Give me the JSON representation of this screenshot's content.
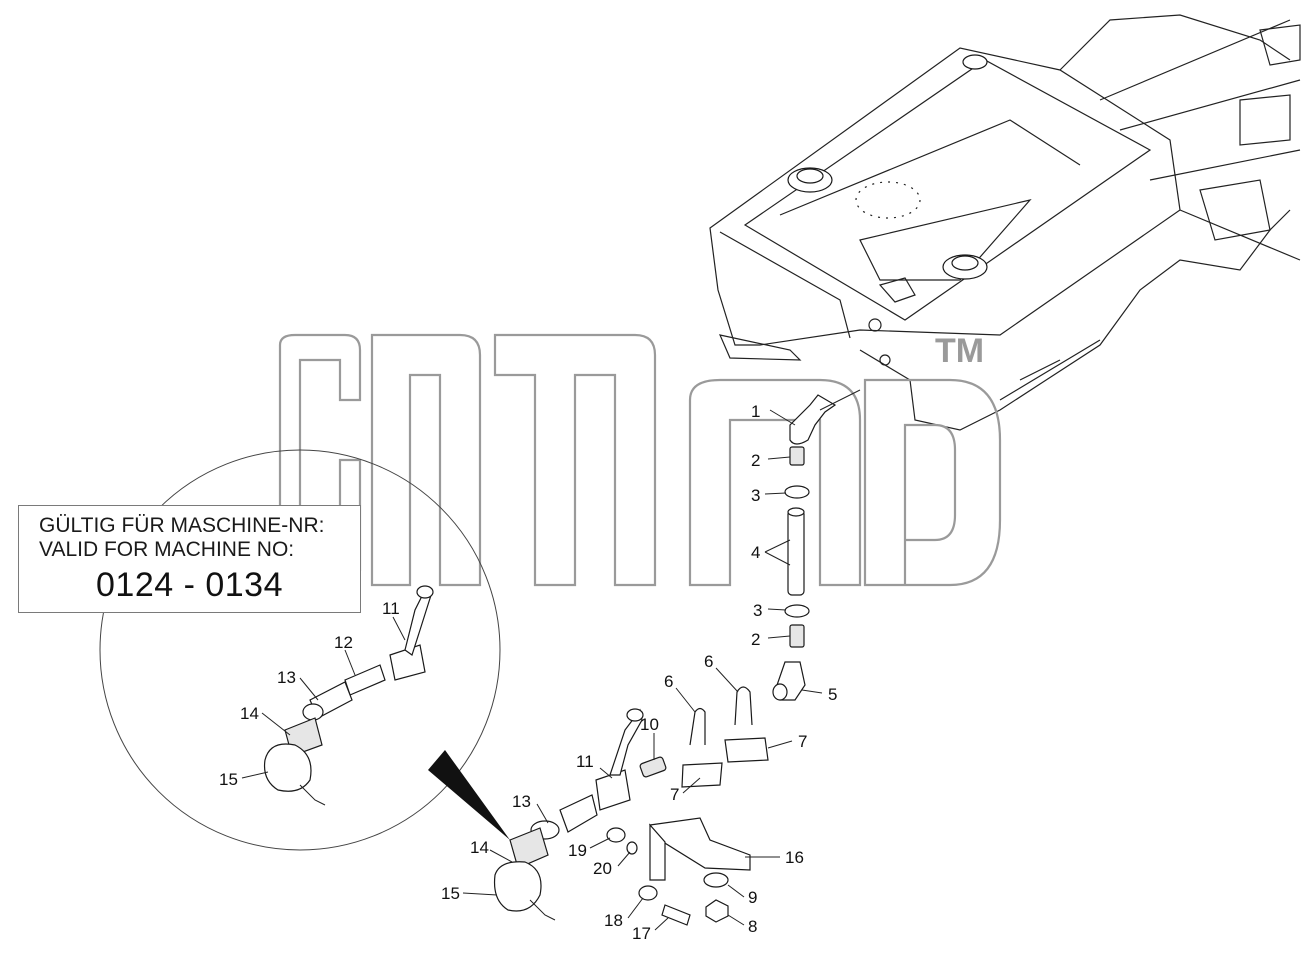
{
  "info_box": {
    "line1": "GÜLTIG FÜR MASCHINE-NR:",
    "line2": "VALID FOR MACHINE NO:",
    "range": "0124 - 0134"
  },
  "watermark": {
    "text": "aпар",
    "trademark": "TM",
    "color": "#9a9a9a"
  },
  "callouts": [
    "1",
    "2",
    "3",
    "4",
    "3",
    "2",
    "5",
    "6",
    "6",
    "7",
    "7",
    "10",
    "11",
    "13",
    "14",
    "15",
    "19",
    "20",
    "16",
    "9",
    "18",
    "17",
    "8",
    "11",
    "12",
    "13",
    "14",
    "15"
  ]
}
